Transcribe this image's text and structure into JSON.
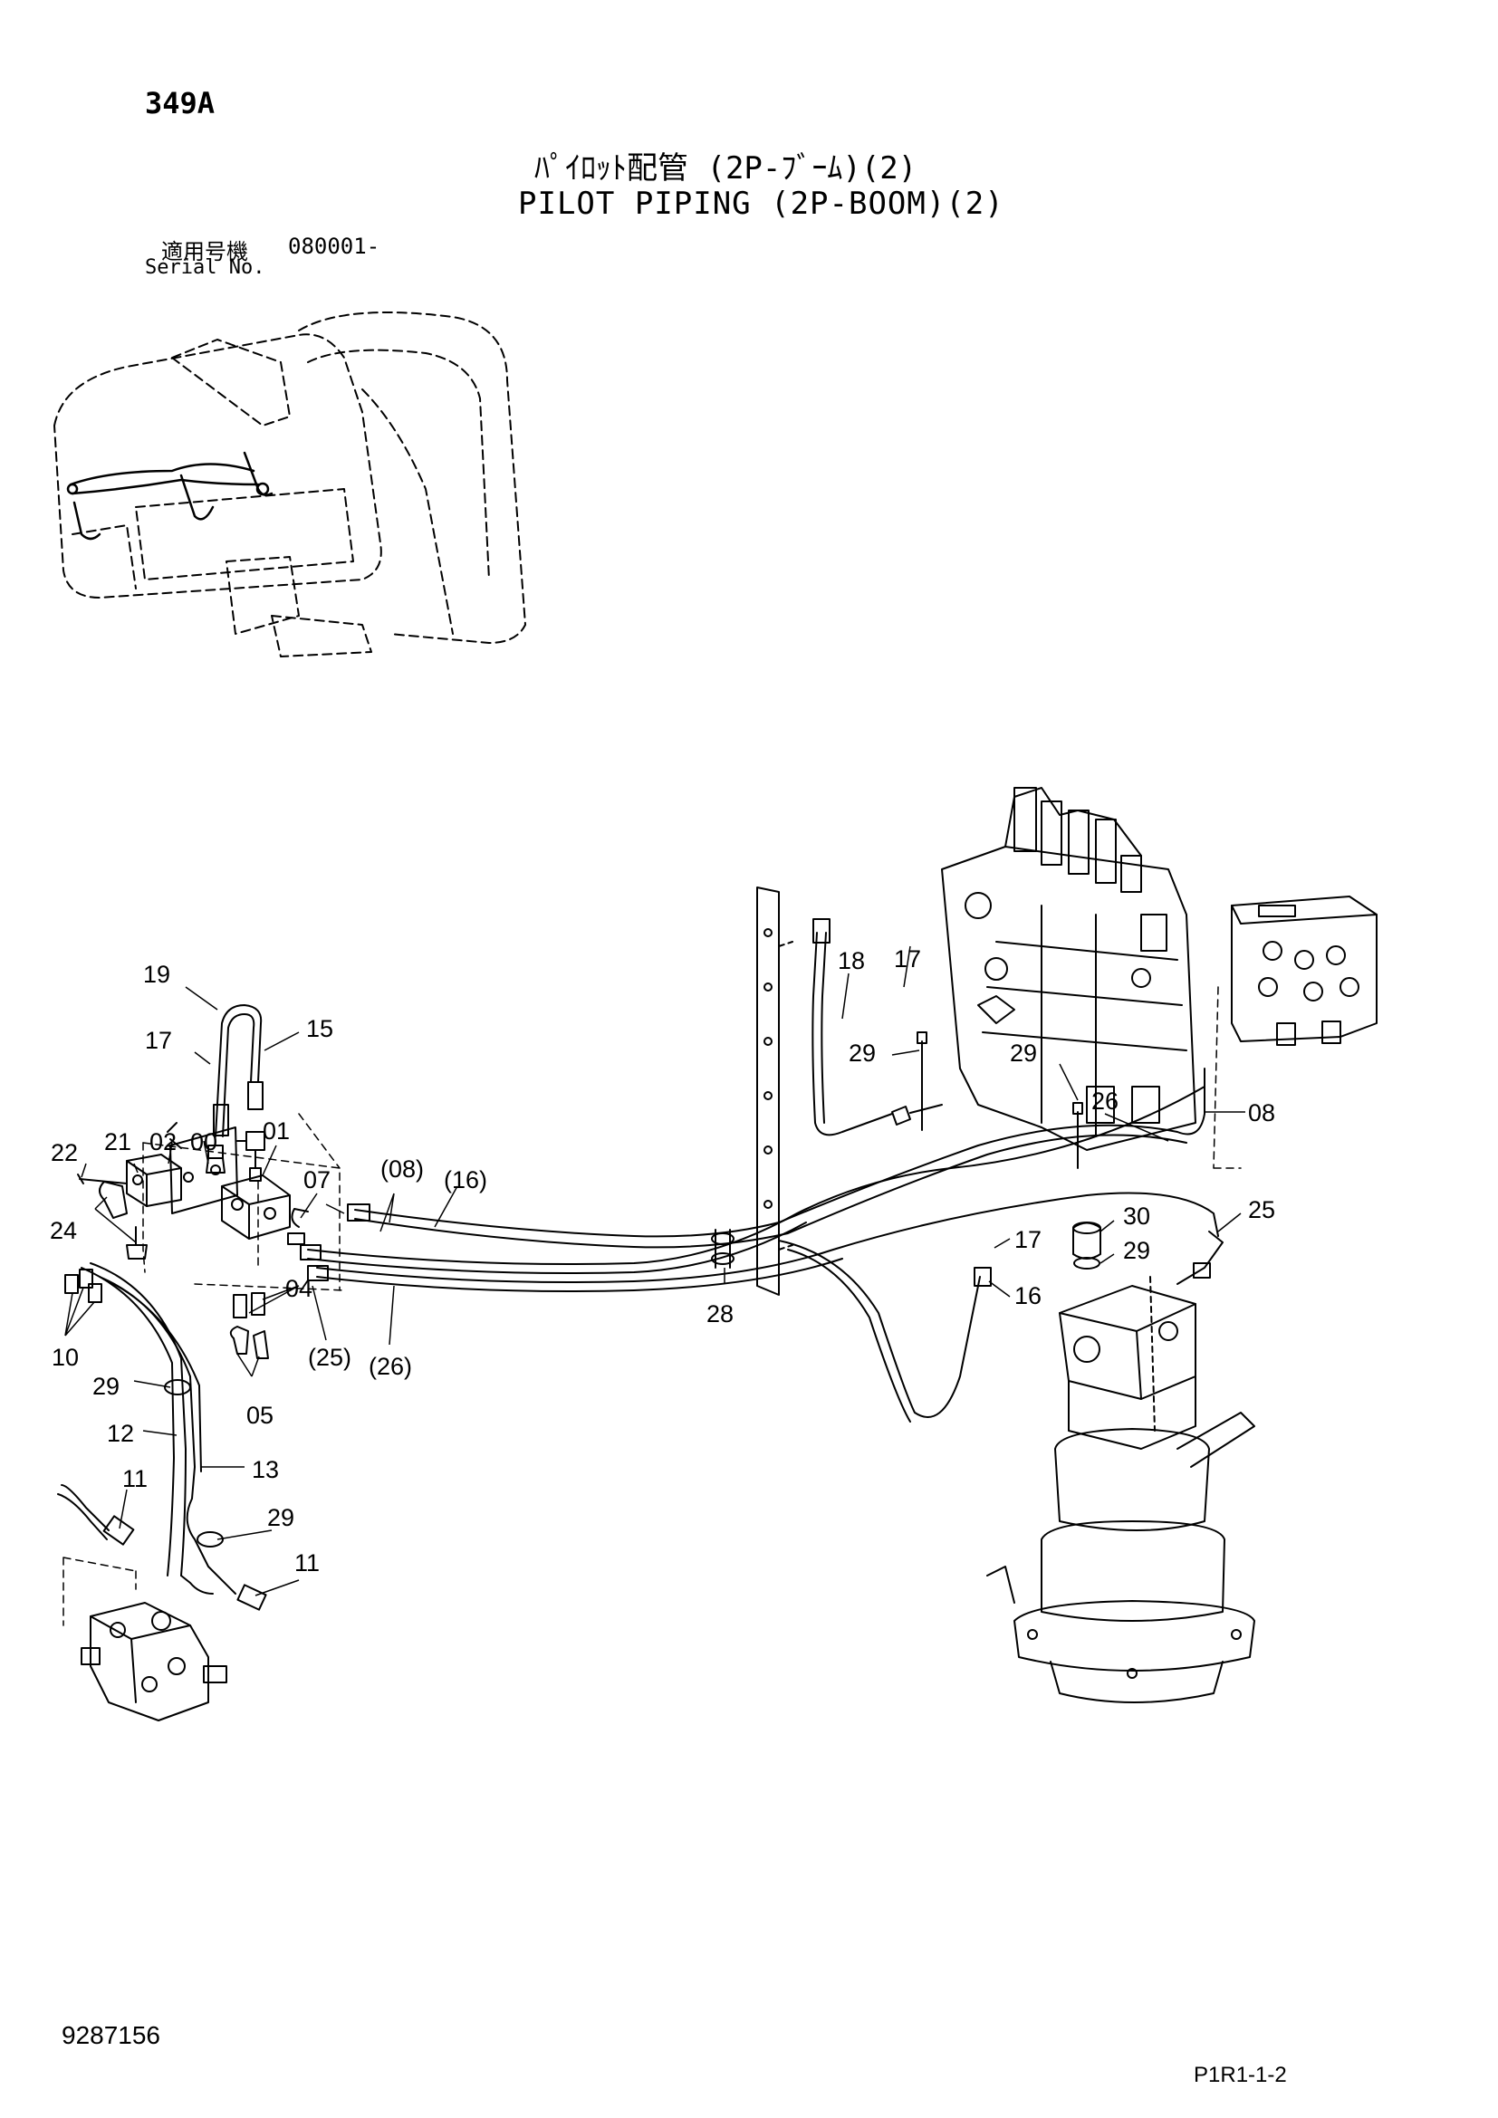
{
  "header": {
    "page_code": "349A",
    "title_jp": "ﾊﾟｲﾛｯﾄ配管 (2P-ﾌﾞｰﾑ)(2)",
    "title_en": "PILOT PIPING (2P-BOOM)(2)",
    "serial_label_jp": "適用号機",
    "serial_value": "080001-",
    "serial_label_en": "Serial No."
  },
  "footer": {
    "doc_number": "9287156",
    "page_ref": "P1R1-1-2"
  },
  "callouts": [
    {
      "id": "c19",
      "label": "19"
    },
    {
      "id": "c17a",
      "label": "17"
    },
    {
      "id": "c15",
      "label": "15"
    },
    {
      "id": "c22",
      "label": "22"
    },
    {
      "id": "c21",
      "label": "21"
    },
    {
      "id": "c02",
      "label": "02"
    },
    {
      "id": "c00",
      "label": "00"
    },
    {
      "id": "c01",
      "label": "01"
    },
    {
      "id": "c07",
      "label": "07"
    },
    {
      "id": "c24",
      "label": "24"
    },
    {
      "id": "c04",
      "label": "04"
    },
    {
      "id": "c10",
      "label": "10"
    },
    {
      "id": "c25p",
      "label": "(25)"
    },
    {
      "id": "c26p",
      "label": "(26)"
    },
    {
      "id": "c08p",
      "label": "(08)"
    },
    {
      "id": "c16p",
      "label": "(16)"
    },
    {
      "id": "c29a",
      "label": "29"
    },
    {
      "id": "c05",
      "label": "05"
    },
    {
      "id": "c12",
      "label": "12"
    },
    {
      "id": "c13",
      "label": "13"
    },
    {
      "id": "c11a",
      "label": "11"
    },
    {
      "id": "c29b",
      "label": "29"
    },
    {
      "id": "c11b",
      "label": "11"
    },
    {
      "id": "c18",
      "label": "18"
    },
    {
      "id": "c17b",
      "label": "17"
    },
    {
      "id": "c29c",
      "label": "29"
    },
    {
      "id": "c29d",
      "label": "29"
    },
    {
      "id": "c26",
      "label": "26"
    },
    {
      "id": "c08",
      "label": "08"
    },
    {
      "id": "c30",
      "label": "30"
    },
    {
      "id": "c29e",
      "label": "29"
    },
    {
      "id": "c25",
      "label": "25"
    },
    {
      "id": "c17c",
      "label": "17"
    },
    {
      "id": "c16",
      "label": "16"
    },
    {
      "id": "c28",
      "label": "28"
    }
  ]
}
